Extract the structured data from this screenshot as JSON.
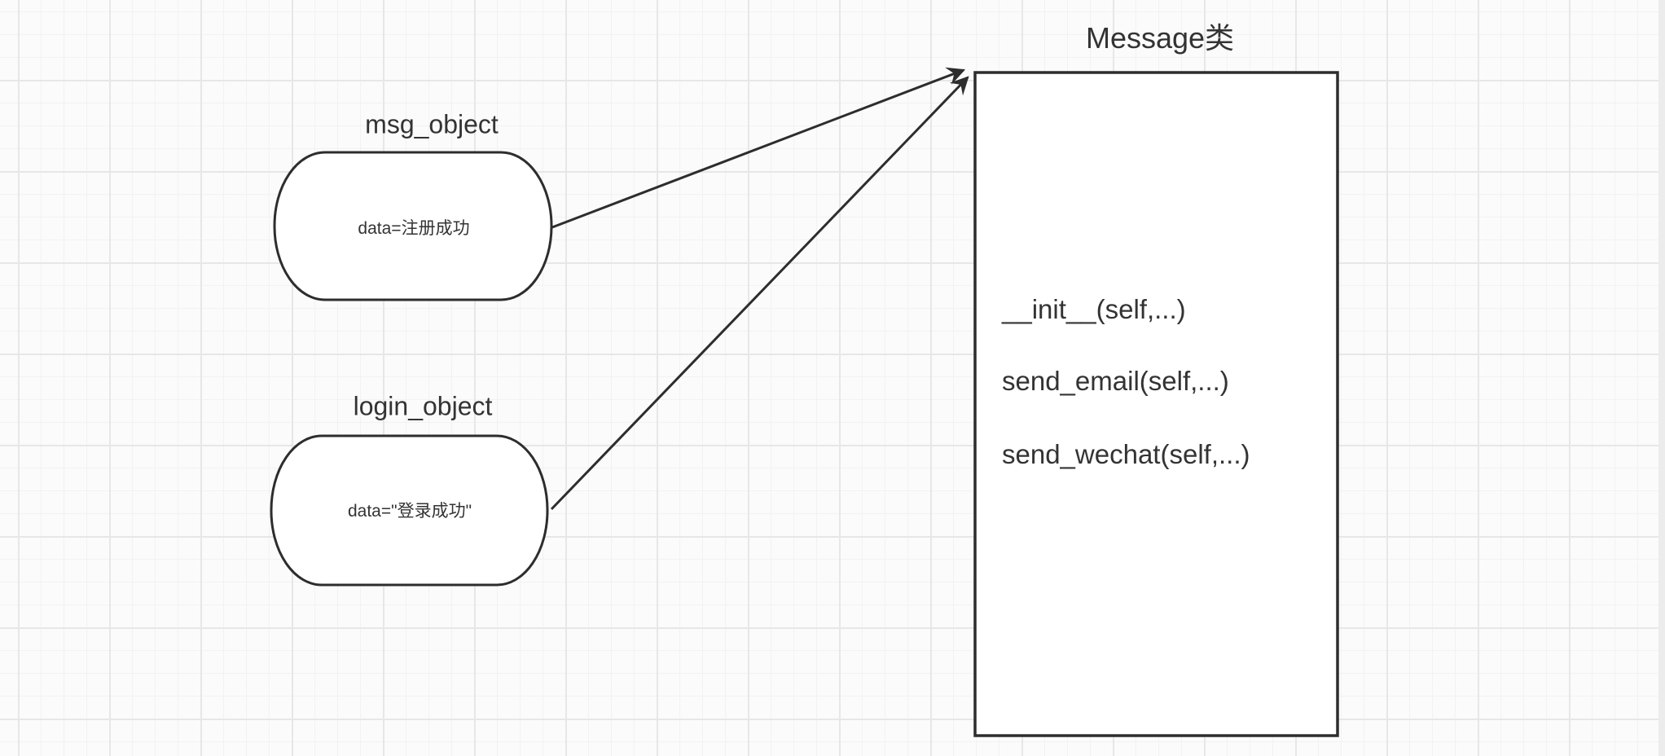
{
  "diagram": {
    "msg_node": {
      "label": "msg_object",
      "content": "data=注册成功"
    },
    "login_node": {
      "label": "login_object",
      "content": "data=\"登录成功\""
    },
    "class_node": {
      "title": "Message类",
      "methods": [
        "__init__(self,...)",
        "send_email(self,...)",
        "send_wechat(self,...)"
      ]
    }
  },
  "colors": {
    "stroke": "#2d2d2d",
    "text": "#333333",
    "shape_fill": "#ffffff",
    "background": "#fbfbfb",
    "grid_minor": "#f2f2f2",
    "grid_major": "#e7e7e7",
    "scrollbar_track": "#ececec"
  }
}
